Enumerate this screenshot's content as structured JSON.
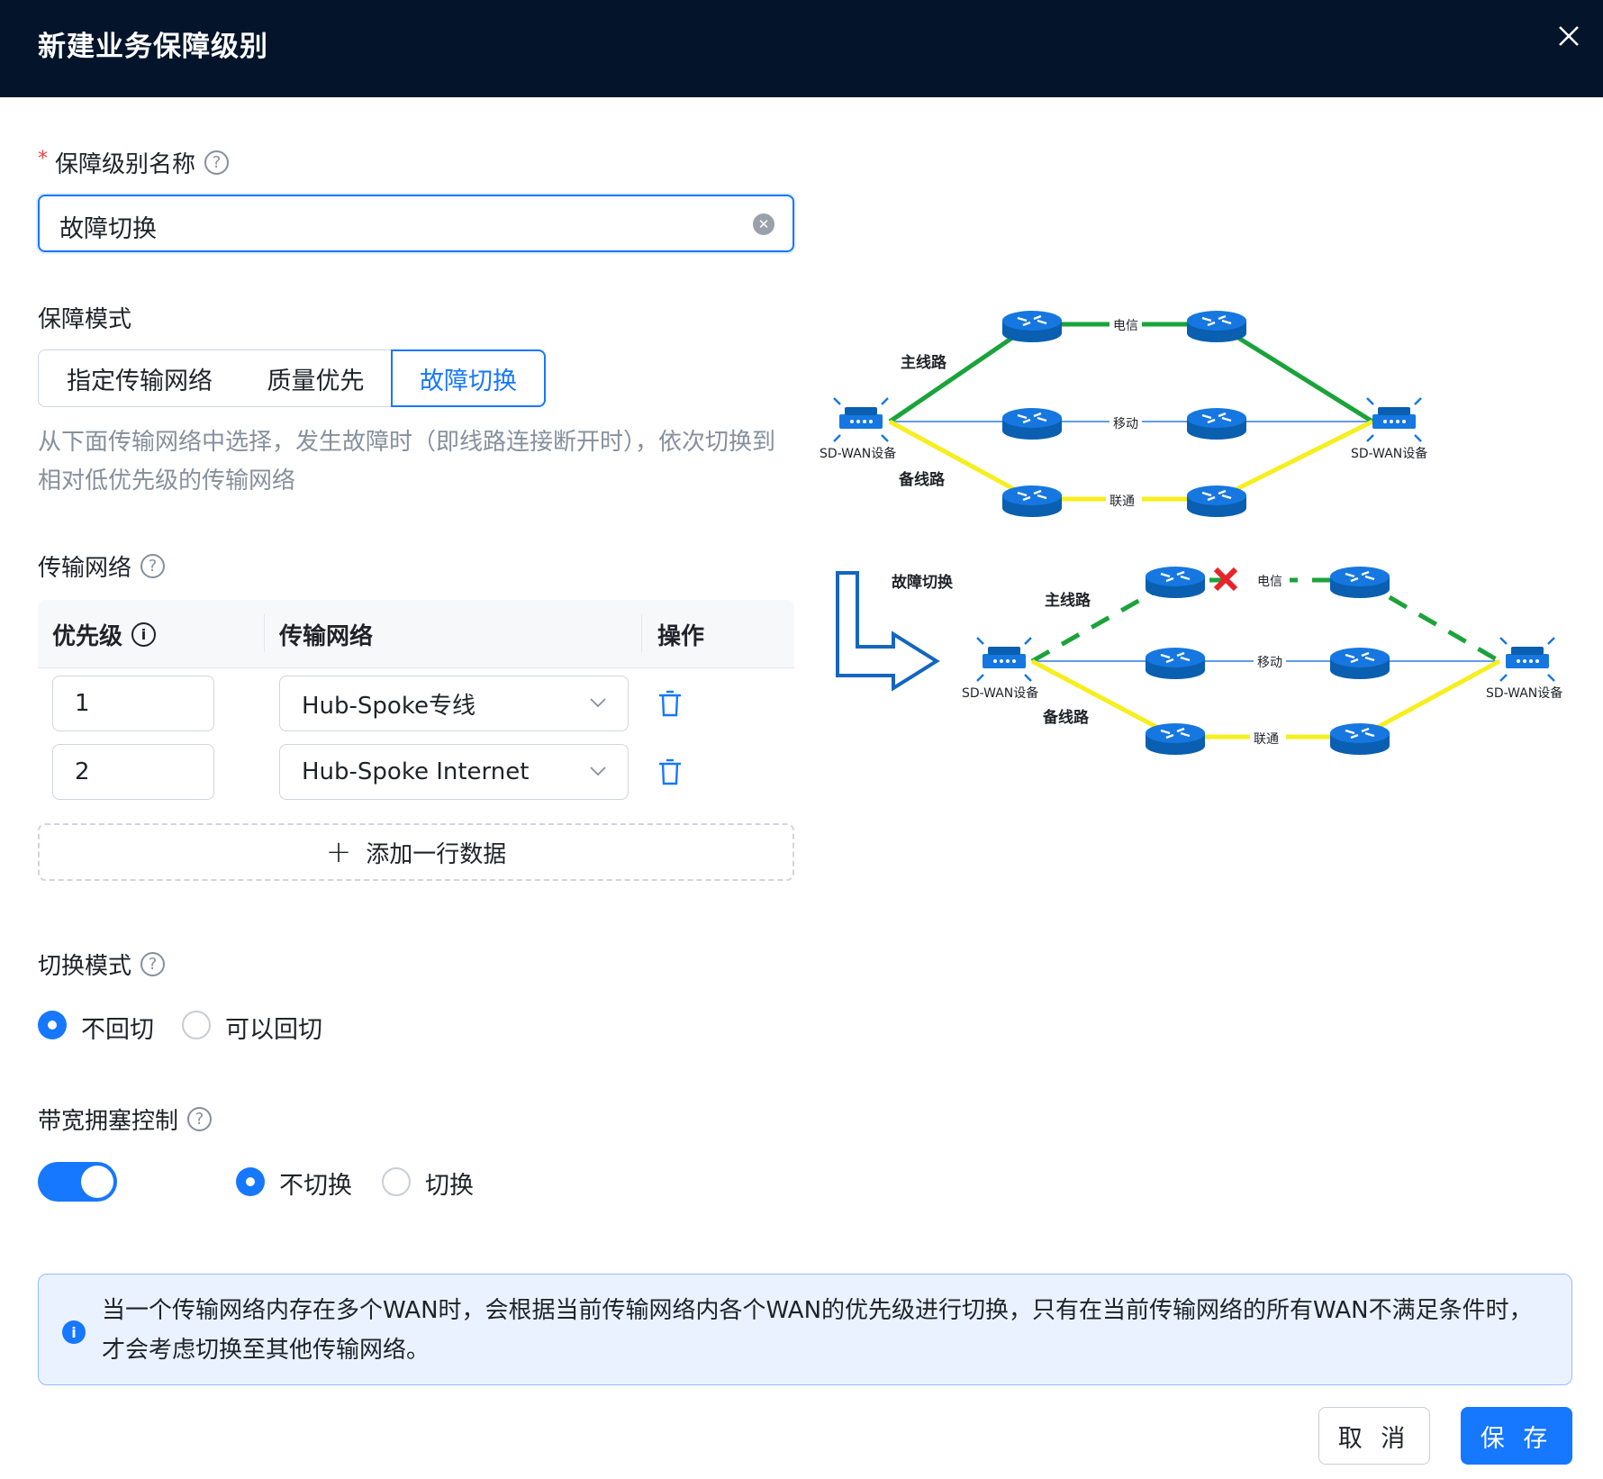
{
  "header": {
    "title": "新建业务保障级别"
  },
  "name_field": {
    "label": "保障级别名称",
    "value": "故障切换"
  },
  "mode": {
    "label": "保障模式",
    "options": [
      "指定传输网络",
      "质量优先",
      "故障切换"
    ],
    "selected": "故障切换",
    "description": "从下面传输网络中选择，发生故障时（即线路连接断开时），依次切换到相对低优先级的传输网络"
  },
  "network": {
    "label": "传输网络",
    "columns": [
      "优先级",
      "传输网络",
      "操作"
    ],
    "rows": [
      {
        "priority": "1",
        "network": "Hub-Spoke专线"
      },
      {
        "priority": "2",
        "network": "Hub-Spoke Internet"
      }
    ],
    "add_label": "添加一行数据"
  },
  "switch_mode": {
    "label": "切换模式",
    "options": [
      "不回切",
      "可以回切"
    ],
    "selected": "不回切"
  },
  "bandwidth": {
    "label": "带宽拥塞控制",
    "enabled": true,
    "options": [
      "不切换",
      "切换"
    ],
    "selected": "不切换"
  },
  "alert": {
    "text": "当一个传输网络内存在多个WAN时，会根据当前传输网络内各个WAN的优先级进行切换，只有在当前传输网络的所有WAN不满足条件时，才会考虑切换至其他传输网络。"
  },
  "buttons": {
    "cancel": "取 消",
    "save": "保 存"
  },
  "diagram": {
    "device": "SD-WAN设备",
    "main_line": "主线路",
    "backup_line": "备线路",
    "carriers": [
      "电信",
      "移动",
      "联通"
    ],
    "failover_label": "故障切换"
  },
  "colors": {
    "primary": "#1677ff",
    "header": "#04142a",
    "main_line": "#1aa33a",
    "backup_line": "#f7ee1d",
    "mid_line": "#2f7be0"
  }
}
